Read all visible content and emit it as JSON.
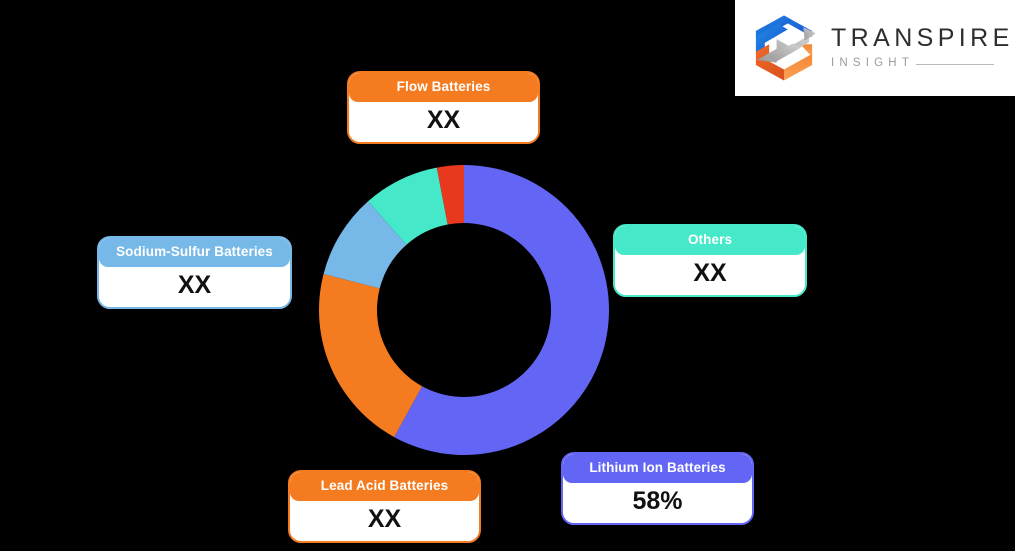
{
  "logo": {
    "primary_text": "TRANSPIRE",
    "secondary_text": "INSIGHT",
    "mark_name": "transpire-arrow-cube-logo"
  },
  "chart_data": {
    "type": "pie",
    "variant": "donut",
    "title": "",
    "categories": [
      "Lithium Ion Batteries",
      "Lead Acid Batteries",
      "Sodium-Sulfur Batteries",
      "Others",
      "Flow Batteries"
    ],
    "values": [
      58,
      21,
      9.5,
      8.5,
      3
    ],
    "value_labels": [
      "58%",
      "XX",
      "XX",
      "XX",
      "XX"
    ],
    "colors": [
      "#6366F5",
      "#F47B20",
      "#76B8E8",
      "#45E8C8",
      "#E8391E"
    ],
    "start_angle_deg": 0,
    "inner_radius_ratio": 0.6,
    "legend": "callout-boxes",
    "xlabel": "",
    "ylabel": ""
  },
  "callouts": [
    {
      "id": "flow",
      "label": "Flow Batteries",
      "value": "XX",
      "color": "#F47B20"
    },
    {
      "id": "sodium",
      "label": "Sodium-Sulfur Batteries",
      "value": "XX",
      "color": "#76B8E8"
    },
    {
      "id": "others",
      "label": "Others",
      "value": "XX",
      "color": "#45E8C8"
    },
    {
      "id": "lead",
      "label": "Lead Acid Batteries",
      "value": "XX",
      "color": "#F47B20"
    },
    {
      "id": "lithium",
      "label": "Lithium Ion Batteries",
      "value": "58%",
      "color": "#6366F5"
    }
  ]
}
